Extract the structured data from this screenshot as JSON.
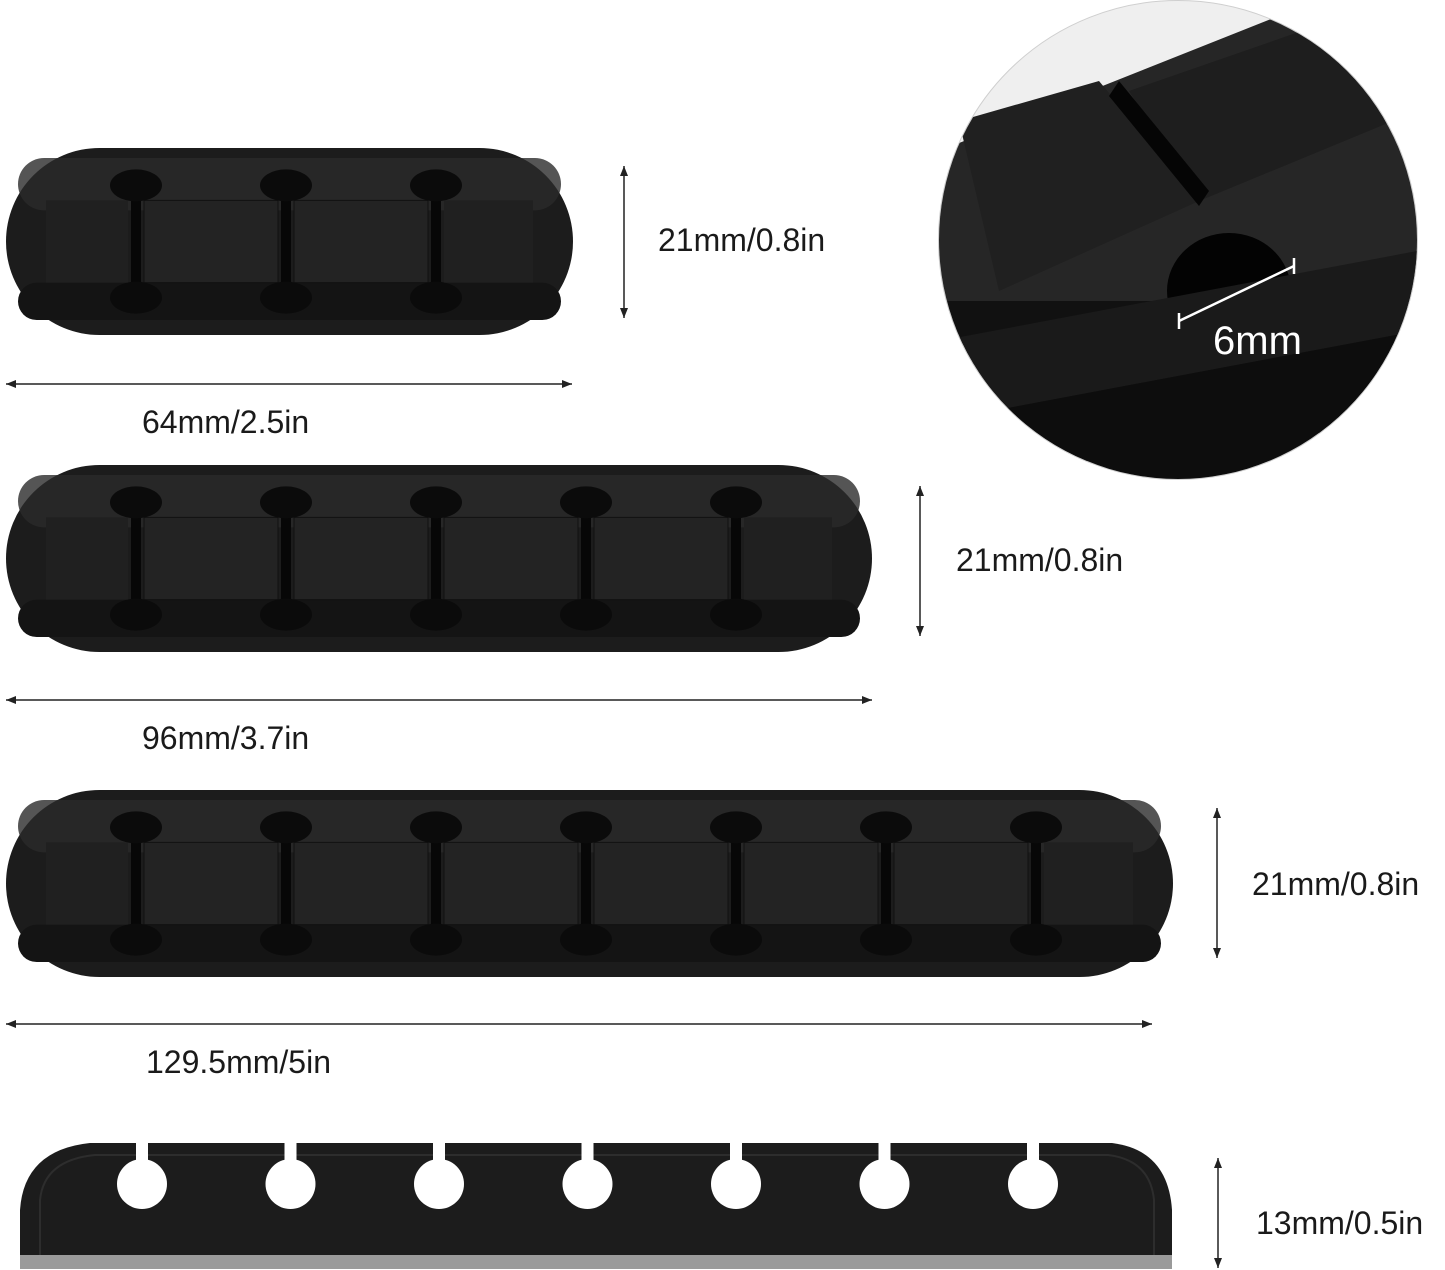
{
  "colors": {
    "product": "#1c1c1c",
    "product_edge": "#0a0a0a",
    "dimension_line": "#222222",
    "background": "#ffffff"
  },
  "clips": [
    {
      "name": "3-slot cable clip",
      "slots": 3
    },
    {
      "name": "5-slot cable clip",
      "slots": 5
    },
    {
      "name": "7-slot cable clip",
      "slots": 7
    }
  ],
  "dimensions": {
    "clip3_width": "64mm/2.5in",
    "clip3_height": "21mm/0.8in",
    "clip5_width": "96mm/3.7in",
    "clip5_height": "21mm/0.8in",
    "clip7_width": "129.5mm/5in",
    "clip7_height": "21mm/0.8in",
    "side_height": "13mm/0.5in",
    "hole_diameter": "6mm"
  }
}
